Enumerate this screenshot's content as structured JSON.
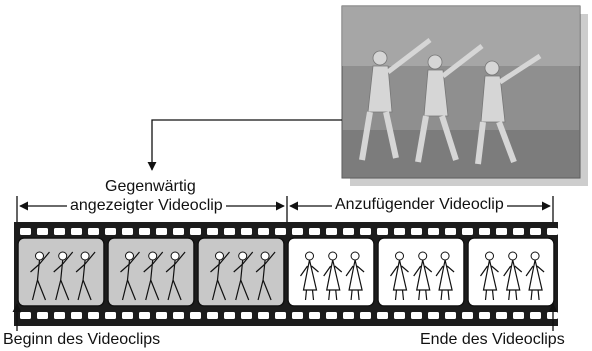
{
  "labels": {
    "current_line1": "Gegenwärtig",
    "current_line2": "angezeigter Videoclip",
    "append": "Anzufügender Videoclip",
    "begin": "Beginn des Videoclips",
    "end": "Ende des Videoclips"
  },
  "filmstrip": {
    "current_frame_count": 3,
    "append_frame_count": 3
  },
  "colors": {
    "film": "#1c1c1c",
    "current_frame_bg": "#c8c8c8",
    "append_frame_bg": "#ffffff",
    "photo_bg": "#8f8f8f"
  }
}
